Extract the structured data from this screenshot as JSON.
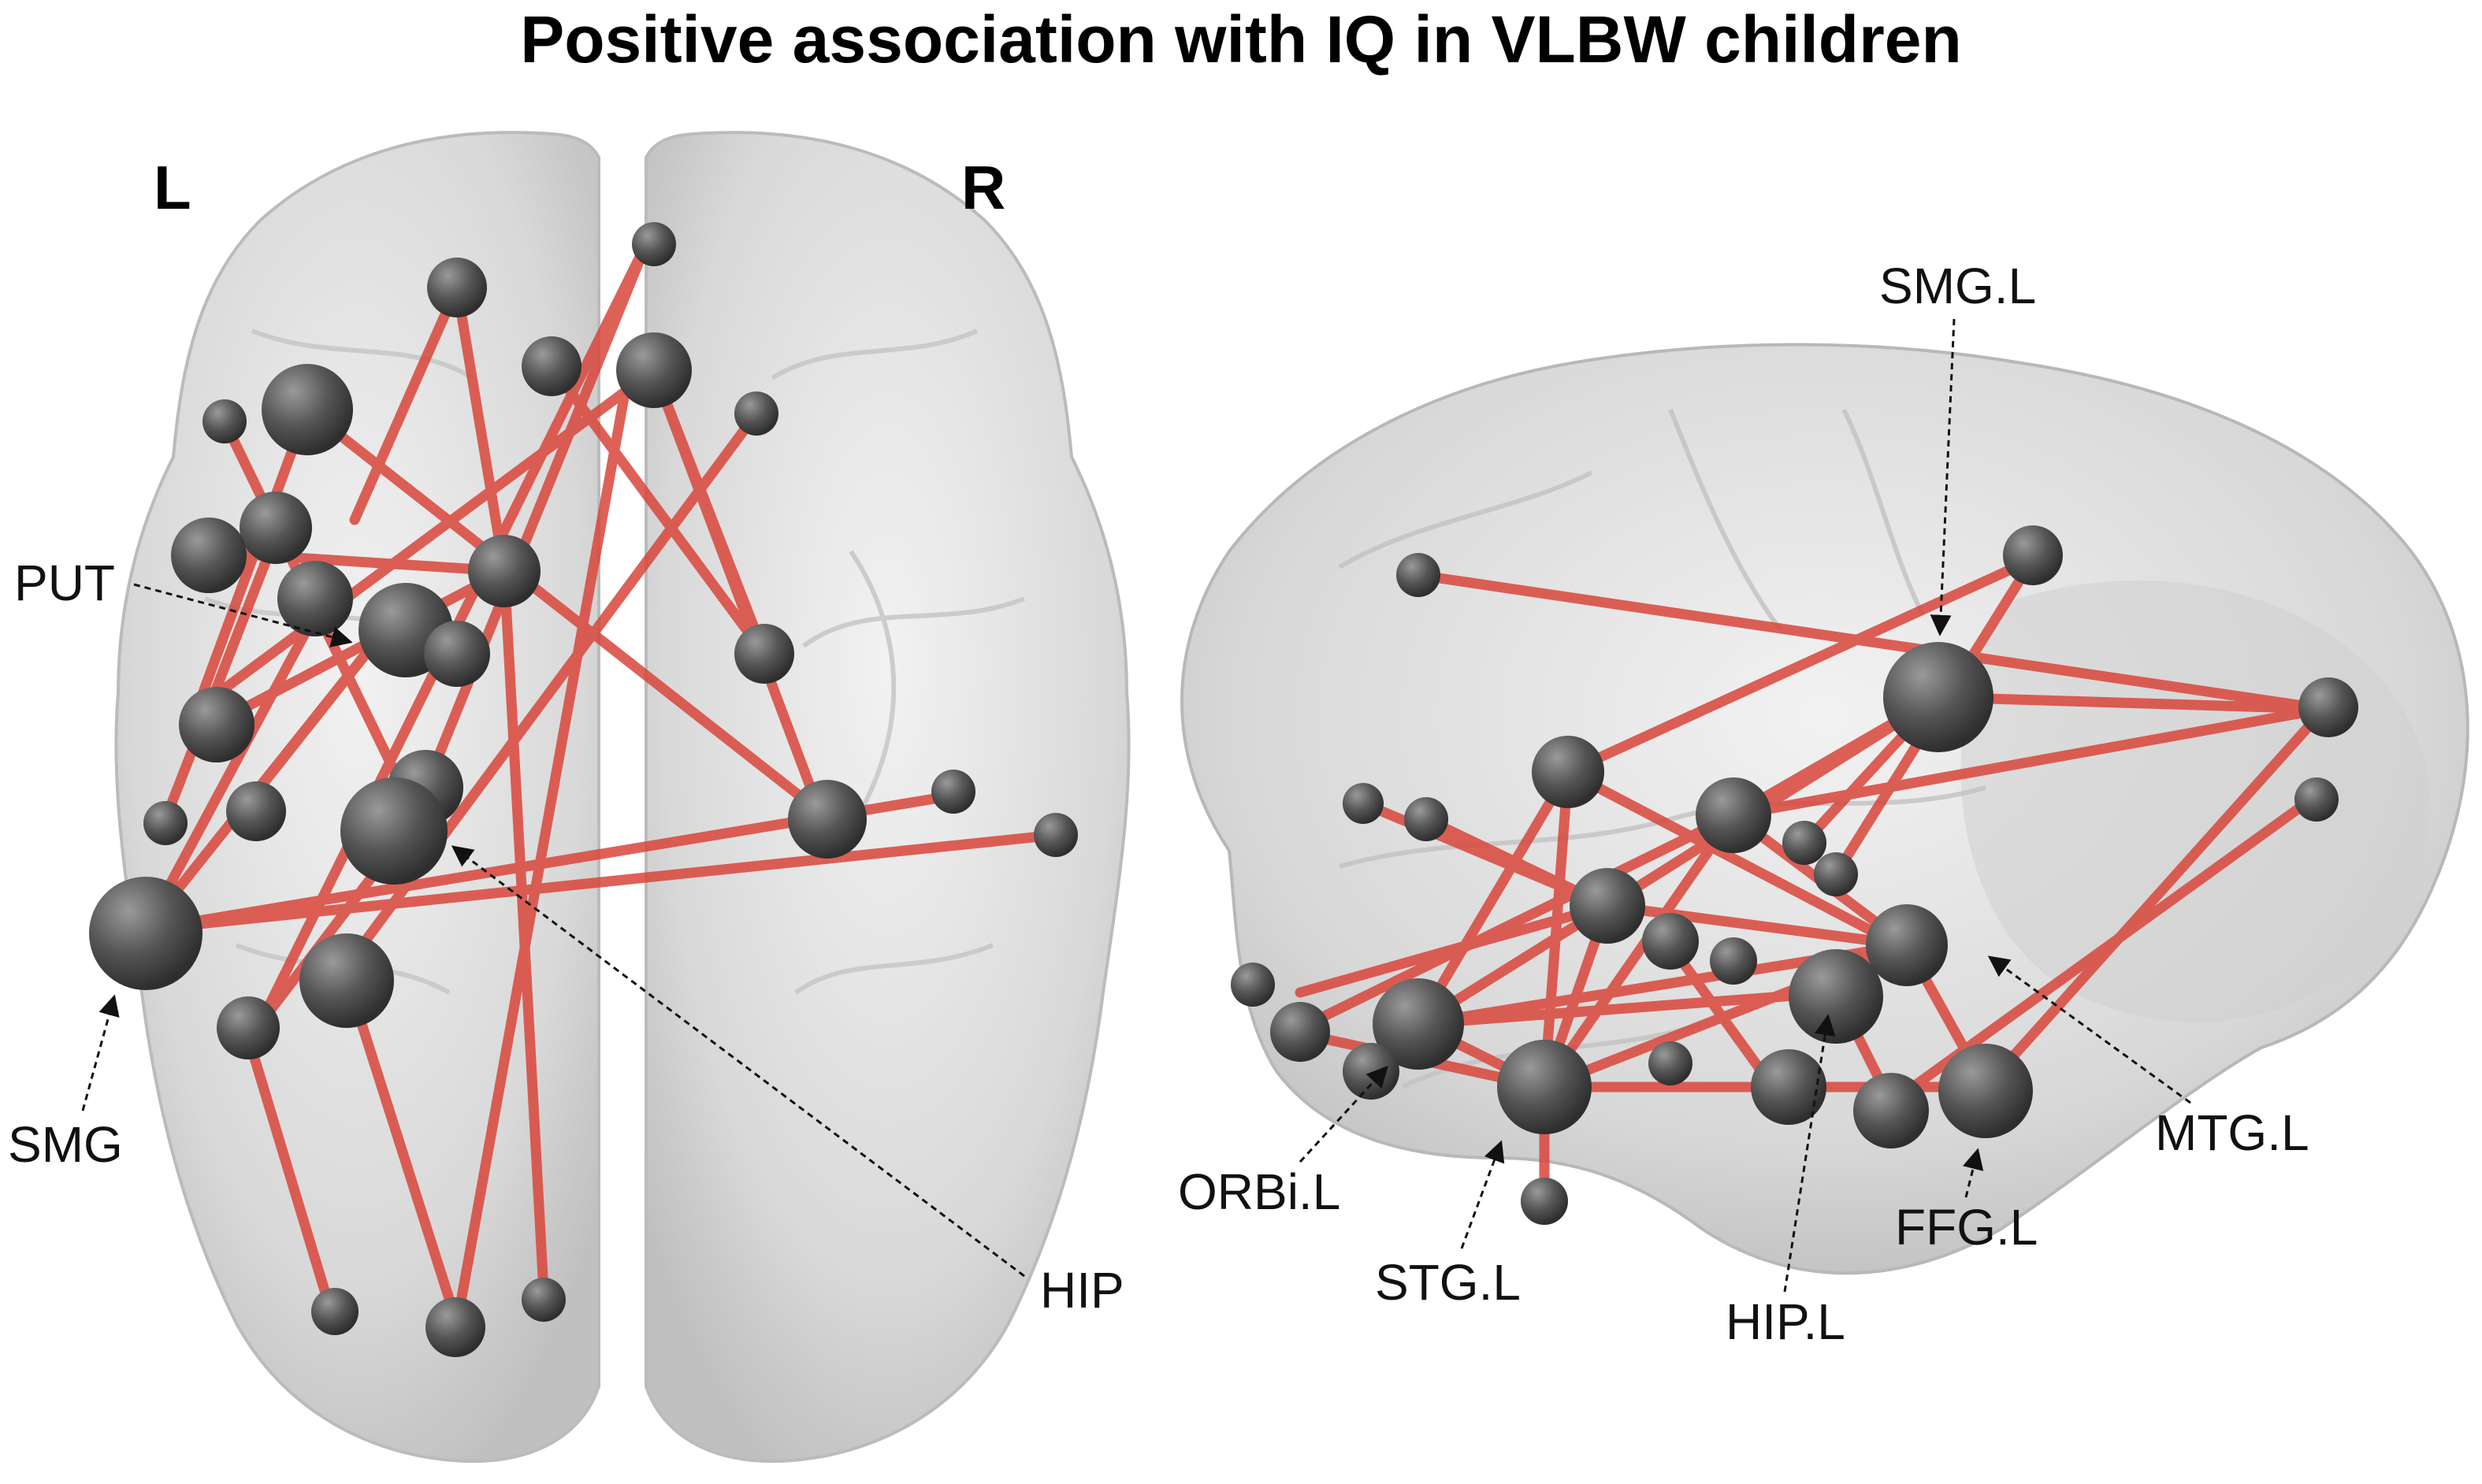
{
  "title": "Positive association with IQ in VLBW children",
  "axial_view": {
    "hemisphere_left": "L",
    "hemisphere_right": "R",
    "annotations": [
      "PUT",
      "SMG",
      "HIP"
    ]
  },
  "sagittal_view": {
    "annotations": [
      "SMG.L",
      "ORBi.L",
      "STG.L",
      "HIP.L",
      "FFG.L",
      "MTG.L"
    ]
  },
  "colors": {
    "edge": "#d9463b",
    "node": "#555555",
    "brain": "#d4d4d4"
  }
}
